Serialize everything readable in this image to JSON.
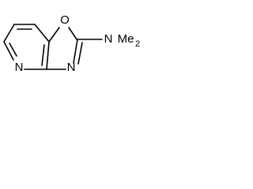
{
  "structure": {
    "atoms": {
      "ring_oxygen": "O",
      "ring_nitrogen_oxazole": "N",
      "pyridine_nitrogen": "N",
      "amine_nitrogen": "N",
      "methyl_group": "Me",
      "methyl_count": "2"
    }
  }
}
